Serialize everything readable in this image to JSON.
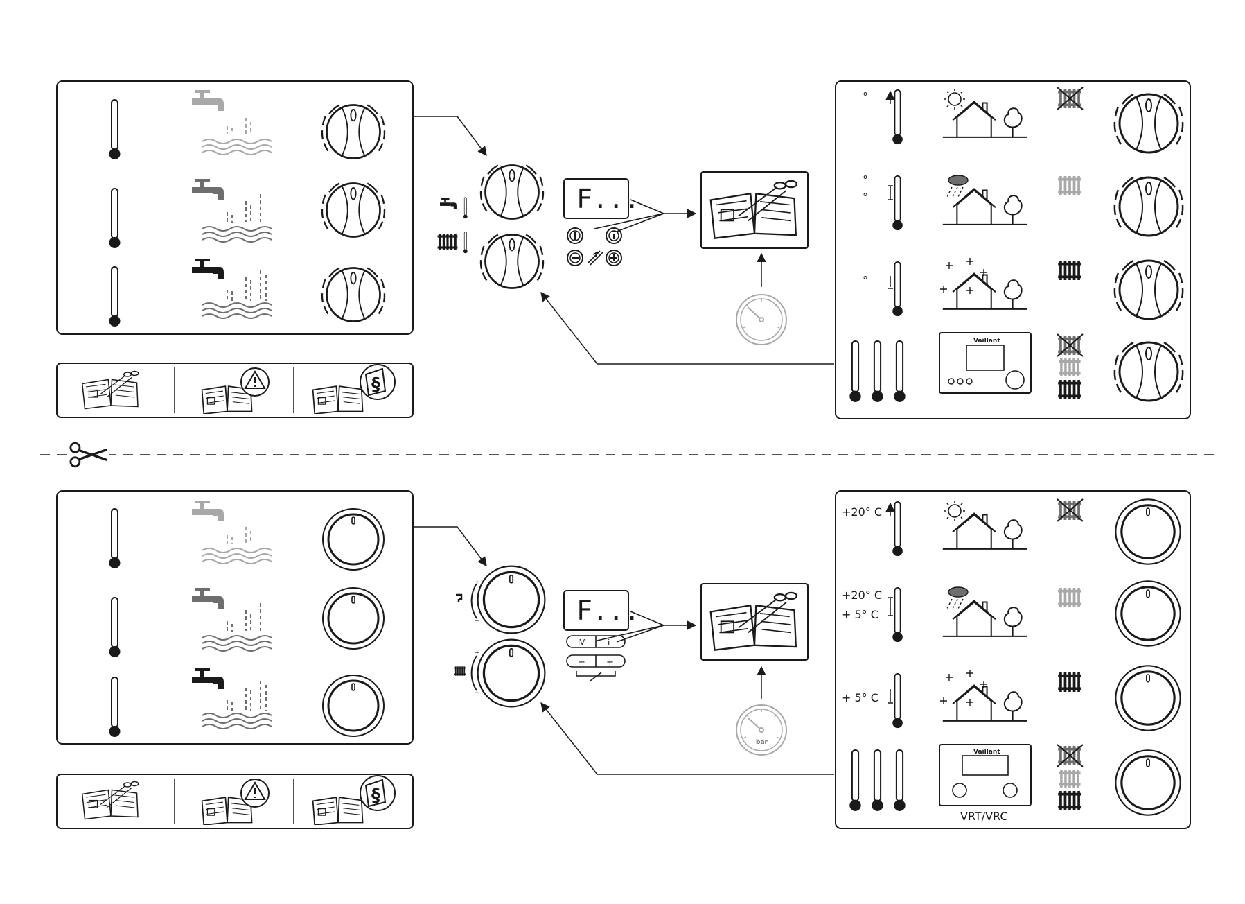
{
  "colors": {
    "ink": "#1a1a1a",
    "mid": "#6e6e6e",
    "light": "#a8a8a8",
    "paper": "#ffffff"
  },
  "scissors_icon": "scissors-icon",
  "top": {
    "display_text": "F...",
    "brand_text": "Vaillant",
    "buttons": {
      "hot_water": "",
      "info": "",
      "minus": "",
      "plus": ""
    }
  },
  "bottom": {
    "display_text": "F...",
    "brand_text": "Vaillant",
    "gauge_unit": "bar",
    "buttons": {
      "hot_water": "Ⅳ",
      "info": "i",
      "minus": "−",
      "plus": "+"
    },
    "temps": {
      "summer": "+20° C",
      "transition_high": "+20° C",
      "transition_low": "+ 5° C",
      "winter": "+ 5° C"
    },
    "controller_label": "VRT/VRC"
  },
  "top_temp_marks": {
    "summer": "°",
    "transition_high": "°",
    "transition_low": "°",
    "winter": "°"
  }
}
